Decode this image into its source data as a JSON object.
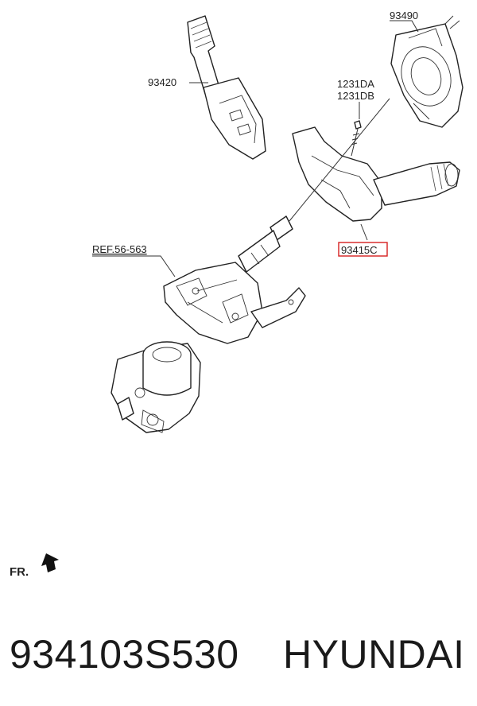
{
  "diagram": {
    "labels": {
      "p93490": "93490",
      "p93420": "93420",
      "p1231da": "1231DA",
      "p1231db": "1231DB",
      "ref": "REF.56-563",
      "p93415c": "93415C",
      "fr": "FR."
    },
    "highlight_color": "#d62020",
    "icons": [
      "forward-arrow-icon"
    ]
  },
  "footer": {
    "part_number": "934103S530",
    "brand": "HYUNDAI"
  }
}
